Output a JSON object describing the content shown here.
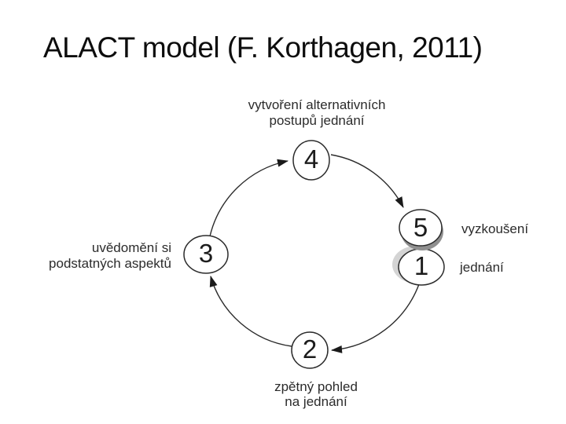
{
  "slide": {
    "title": "ALACT model (F. Korthagen, 2011)"
  },
  "diagram": {
    "type": "cycle",
    "nodes": [
      {
        "number": "1",
        "label": "jednání",
        "position": "right-lower"
      },
      {
        "number": "2",
        "label": "zpětný pohled\nna jednání",
        "position": "bottom"
      },
      {
        "number": "3",
        "label": "uvědomění si\npodstatných aspektů",
        "position": "left"
      },
      {
        "number": "4",
        "label": "vytvoření alternativních\npostupů jednání",
        "position": "top"
      },
      {
        "number": "5",
        "label": "vyzkoušení",
        "position": "right-upper"
      }
    ],
    "arrows": [
      {
        "from": "1",
        "to": "2"
      },
      {
        "from": "2",
        "to": "3"
      },
      {
        "from": "3",
        "to": "4"
      },
      {
        "from": "4",
        "to": "5"
      }
    ],
    "colors": {
      "stroke": "#2b2b2b",
      "text": "#2b2b2b",
      "title": "#0d0d0d",
      "shadow": "#999999",
      "background": "#ffffff"
    }
  }
}
